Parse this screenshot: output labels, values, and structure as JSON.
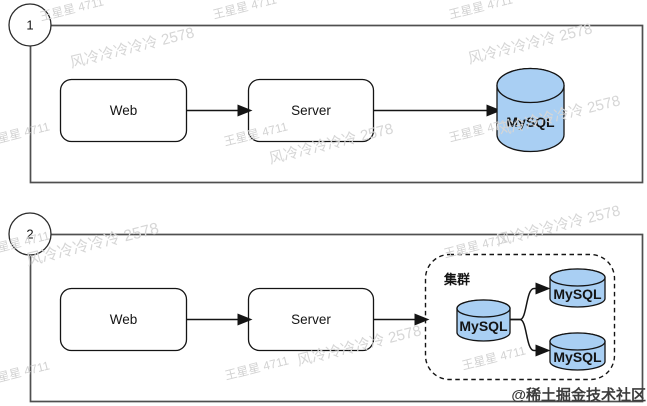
{
  "colors": {
    "cylinder_fill": "#A9CFF3",
    "outline": "#141414",
    "frame": "#4F4F4F",
    "watermark_gray": "#D2D2D2",
    "credit_text": "#3C3C3C"
  },
  "section1": {
    "number": "1",
    "nodes": {
      "web": "Web",
      "server": "Server",
      "db": "MySQL"
    }
  },
  "section2": {
    "number": "2",
    "nodes": {
      "web": "Web",
      "server": "Server",
      "cluster_label": "集群",
      "db_primary": "MySQL",
      "db_replica_top": "MySQL",
      "db_replica_bottom": "MySQL"
    }
  },
  "watermark": {
    "user": "王星星 4711",
    "user2": "风冷冷冷冷冷 2578",
    "credit": "@稀土掘金技术社区"
  }
}
